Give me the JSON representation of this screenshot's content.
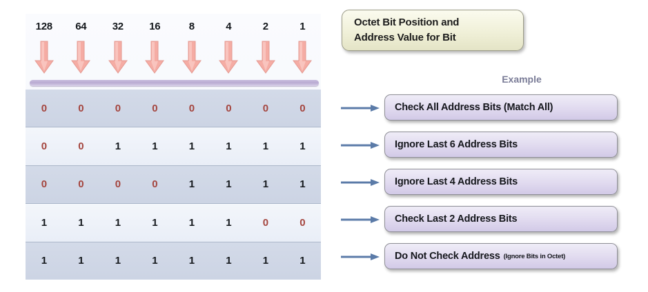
{
  "title_box": {
    "line1": "Octet Bit Position and",
    "line2": "Address Value for Bit"
  },
  "example_label": "Example",
  "grid": {
    "headers": [
      "128",
      "64",
      "32",
      "16",
      "8",
      "4",
      "2",
      "1"
    ],
    "header_arrow_icon": "down-arrow-icon",
    "rows": [
      {
        "bits": [
          "0",
          "0",
          "0",
          "0",
          "0",
          "0",
          "0",
          "0"
        ]
      },
      {
        "bits": [
          "0",
          "0",
          "1",
          "1",
          "1",
          "1",
          "1",
          "1"
        ]
      },
      {
        "bits": [
          "0",
          "0",
          "0",
          "0",
          "1",
          "1",
          "1",
          "1"
        ]
      },
      {
        "bits": [
          "1",
          "1",
          "1",
          "1",
          "1",
          "1",
          "0",
          "0"
        ]
      },
      {
        "bits": [
          "1",
          "1",
          "1",
          "1",
          "1",
          "1",
          "1",
          "1"
        ]
      }
    ]
  },
  "callouts": [
    {
      "text": "Check All Address Bits (Match All)",
      "sub": ""
    },
    {
      "text": "Ignore Last 6 Address Bits",
      "sub": ""
    },
    {
      "text": "Ignore Last 4 Address Bits",
      "sub": ""
    },
    {
      "text": "Check Last 2 Address Bits",
      "sub": ""
    },
    {
      "text": "Do Not Check Address",
      "sub": "(Ignore Bits in Octet)"
    }
  ],
  "connector_icon": "right-arrow-icon",
  "colors": {
    "zero_bit": "#a4453e",
    "one_bit": "#14181c",
    "down_arrow": "#f2a9a2",
    "connector_arrow": "#5b7ba8",
    "purple_bar": "#b9abd2",
    "callout_fill": "#e2dcf0",
    "title_fill": "#f0f0d8",
    "example_text": "#7a7c97"
  }
}
